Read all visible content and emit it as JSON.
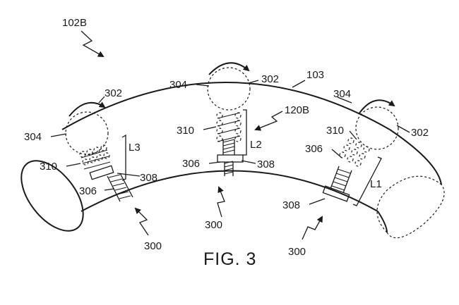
{
  "figure": {
    "caption": "FIG. 3",
    "labels": {
      "l102b": "102B",
      "l103": "103",
      "l120b": "120B",
      "l302a": "302",
      "l302b": "302",
      "l302c": "302",
      "l304a": "304",
      "l304b": "304",
      "l304c": "304",
      "l310a": "310",
      "l310b": "310",
      "l310c": "310",
      "l308a": "308",
      "l308b": "308",
      "l308c": "308",
      "l306a": "306",
      "l306b": "306",
      "l306c": "306",
      "l300a": "300",
      "l300b": "300",
      "l300c": "300",
      "lL1": "L1",
      "lL2": "L2",
      "lL3": "L3"
    }
  }
}
